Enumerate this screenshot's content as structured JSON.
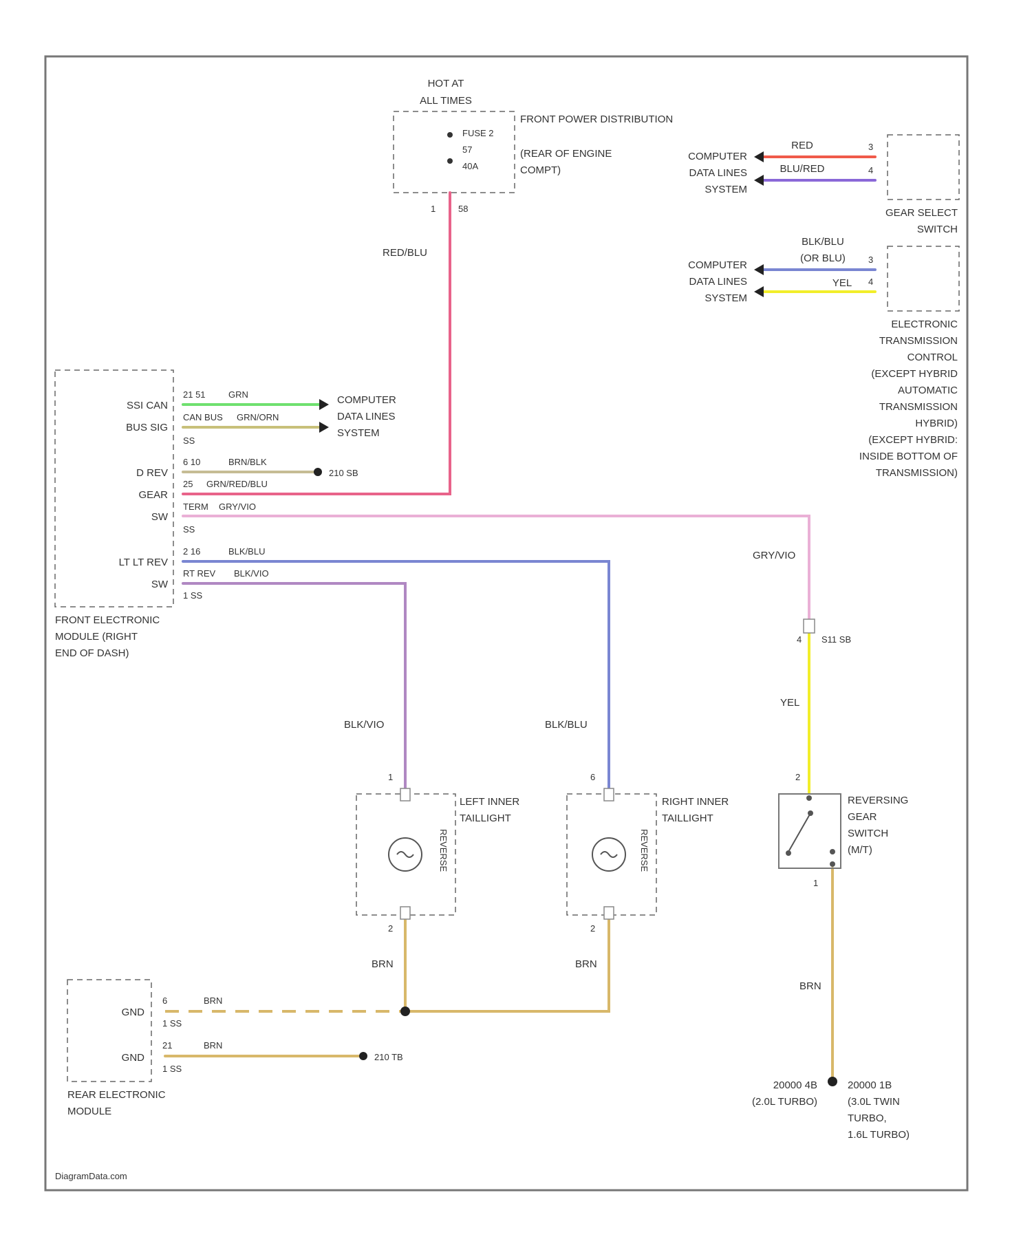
{
  "top": {
    "hot_line1": "HOT AT",
    "hot_line2": "ALL TIMES",
    "fuse_line1": "FUSE 2",
    "fuse_line2": "57",
    "fuse_line3": "40A",
    "pdb_line1": "FRONT POWER DISTRIBUTION",
    "pdb_line2": "(REAR OF ENGINE",
    "pdb_line3": "COMPT)",
    "pin_left": "1",
    "pin_right": "58",
    "wire_label": "RED/BLU"
  },
  "gear_select": {
    "wire1": "RED",
    "wire2": "BLU/RED",
    "pin1": "3",
    "pin2": "4",
    "sys_line1": "COMPUTER",
    "sys_line2": "DATA LINES",
    "sys_line3": "SYSTEM",
    "name_line1": "GEAR SELECT",
    "name_line2": "SWITCH"
  },
  "etc": {
    "wire1_line1": "BLK/BLU",
    "wire1_line2": "(OR BLU)",
    "wire2": "YEL",
    "pin1": "3",
    "pin2": "4",
    "sys_line1": "COMPUTER",
    "sys_line2": "DATA LINES",
    "sys_line3": "SYSTEM",
    "name_lines": [
      "ELECTRONIC",
      "TRANSMISSION",
      "CONTROL",
      "(EXCEPT HYBRID",
      "AUTOMATIC",
      "TRANSMISSION",
      "HYBRID)",
      "(EXCEPT HYBRID:",
      "INSIDE BOTTOM OF",
      "TRANSMISSION)"
    ]
  },
  "fem": {
    "rows": [
      {
        "label": "SSI CAN",
        "pin": "21 51",
        "color": "GRN"
      },
      {
        "label": "BUS SIG",
        "pin": "CAN BUS",
        "color": "GRN/ORN"
      },
      {
        "label": "SS",
        "pin": "",
        "color": ""
      },
      {
        "label": "D REV",
        "pin": "6 10",
        "color": "BRN/BLK"
      },
      {
        "label": "GEAR",
        "pin": "25",
        "color": "GRN/RED/BLU"
      },
      {
        "label": "SW",
        "pin": "TERM",
        "color": "GRY/VIO"
      },
      {
        "label": "SS",
        "pin": "",
        "color": ""
      },
      {
        "label": "LT LT REV",
        "pin": "2 16",
        "color": "BLK/BLU"
      },
      {
        "label": "SW",
        "pin": "RT REV",
        "color": "BLK/VIO"
      },
      {
        "label": "1 SS",
        "pin": "",
        "color": ""
      }
    ],
    "sys_line1": "COMPUTER",
    "sys_line2": "DATA LINES",
    "sys_line3": "SYSTEM",
    "splice": "210 SB",
    "name_line1": "FRONT ELECTRONIC",
    "name_line2": "MODULE (RIGHT",
    "name_line3": "END OF DASH)"
  },
  "wires": {
    "gry_vio": "GRY/VIO",
    "blk_vio": "BLK/VIO",
    "blk_blu": "BLK/BLU",
    "yel": "YEL",
    "splice_sw": "S11 SB",
    "brn_left": "BRN",
    "brn_right": "BRN",
    "brn_switch": "BRN"
  },
  "left_lamp": {
    "pin_top": "1",
    "pin_bottom": "2",
    "vertical": "REVERSE",
    "name_line1": "LEFT INNER",
    "name_line2": "TAILLIGHT"
  },
  "right_lamp": {
    "pin_top": "6",
    "pin_bottom": "2",
    "vertical": "REVERSE",
    "name_line1": "RIGHT INNER",
    "name_line2": "TAILLIGHT"
  },
  "switch": {
    "pin_top": "2",
    "pin_bottom": "1",
    "name_line1": "REVERSING",
    "name_line2": "GEAR",
    "name_line3": "SWITCH",
    "name_line4": "(M/T)"
  },
  "rem": {
    "row1_label": "GND",
    "row1_pin": "6",
    "row1_sub": "1 SS",
    "row1_color": "BRN",
    "row2_label": "GND",
    "row2_pin": "21",
    "row2_sub": "1 SS",
    "row2_color": "BRN",
    "splice": "210 TB",
    "name_line1": "REAR ELECTRONIC",
    "name_line2": "MODULE"
  },
  "ground": {
    "left_line1": "20000 4B",
    "left_line2": "(2.0L TURBO)",
    "right_line1": "20000 1B",
    "right_line2": "(3.0L TWIN",
    "right_line3": "TURBO,",
    "right_line4": "1.6L TURBO)"
  },
  "watermark": "DiagramData.com",
  "colors": {
    "red_blu": "#e8638a",
    "red": "#f05a4a",
    "blu_red": "#8a68d8",
    "blk_blu": "#7a86d2",
    "yel": "#f2ee2a",
    "grn": "#6fe06f",
    "grn_orn": "#c8c07a",
    "brn_blk": "#c6bc94",
    "gry_vio": "#eab0d6",
    "blk_vio": "#b088c2",
    "brn": "#d8b86a"
  }
}
